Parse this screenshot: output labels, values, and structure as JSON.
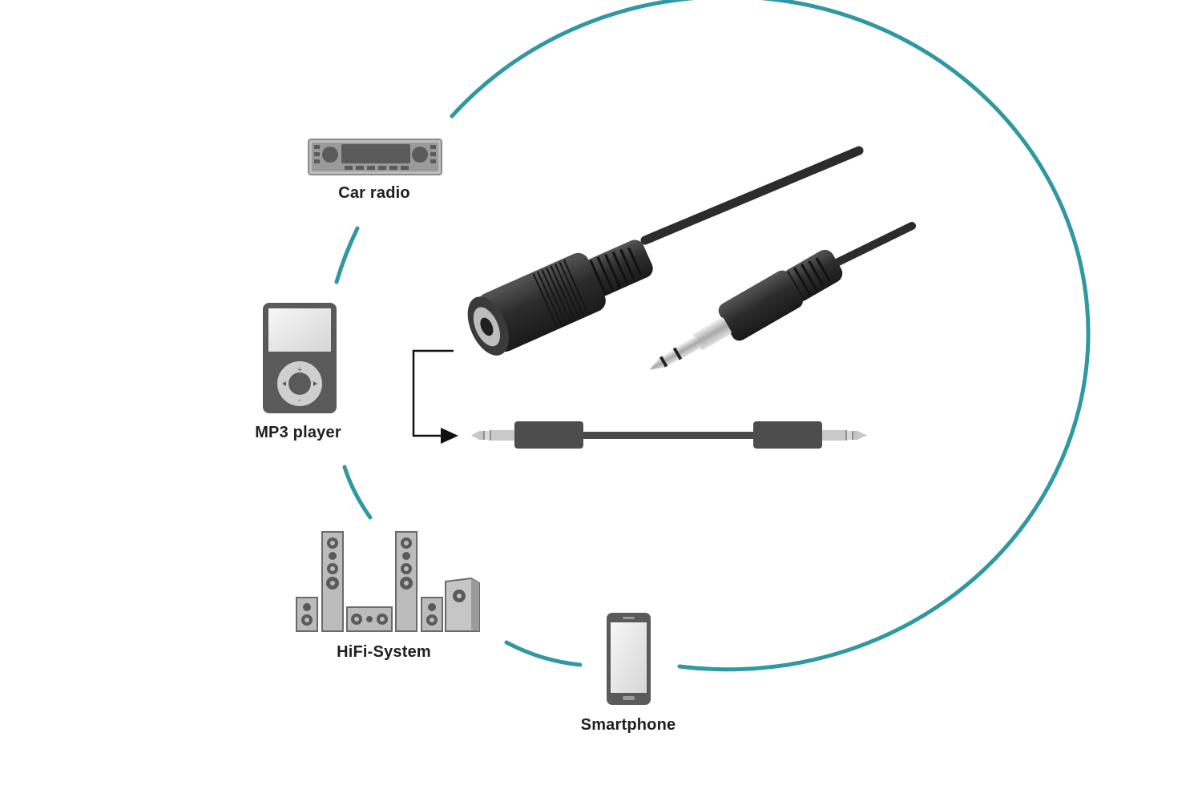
{
  "devices": {
    "car_radio": {
      "label": "Car radio",
      "icon": "car-radio-icon"
    },
    "mp3_player": {
      "label": "MP3 player",
      "icon": "mp3-player-icon"
    },
    "hifi_system": {
      "label": "HiFi-System",
      "icon": "hifi-system-icon"
    },
    "smartphone": {
      "label": "Smartphone",
      "icon": "smartphone-icon"
    }
  },
  "colors": {
    "ring": "#2f98a2",
    "cable": "#3a3a3a",
    "icon_gray": "#8a8a8a",
    "icon_dark": "#5a5a5a",
    "icon_light": "#d8d8d8"
  }
}
